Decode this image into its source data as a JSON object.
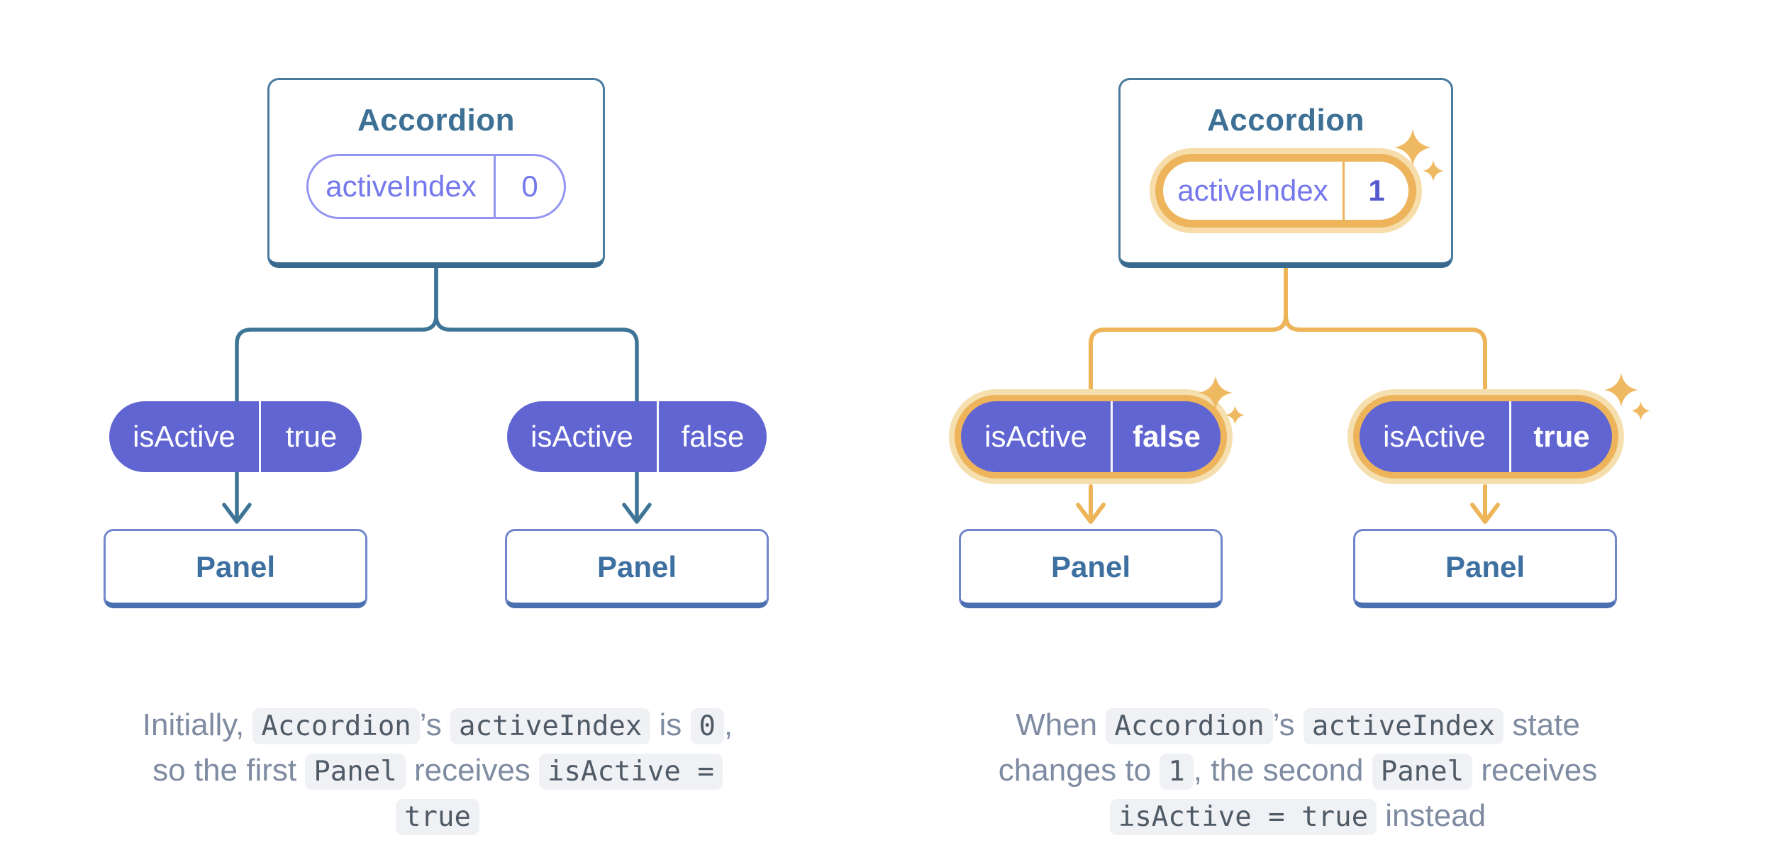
{
  "figures": [
    {
      "name": "initial-state",
      "highlighted": false,
      "root": {
        "title": "Accordion",
        "state_label": "activeIndex",
        "state_value": "0"
      },
      "children": [
        {
          "prop_label": "isActive",
          "prop_value": "true",
          "target": "Panel"
        },
        {
          "prop_label": "isActive",
          "prop_value": "false",
          "target": "Panel"
        }
      ]
    },
    {
      "name": "updated-state",
      "highlighted": true,
      "root": {
        "title": "Accordion",
        "state_label": "activeIndex",
        "state_value": "1"
      },
      "children": [
        {
          "prop_label": "isActive",
          "prop_value": "false",
          "target": "Panel"
        },
        {
          "prop_label": "isActive",
          "prop_value": "true",
          "target": "Panel"
        }
      ]
    }
  ],
  "captions": [
    {
      "segments": [
        {
          "t": "text",
          "v": "Initially, "
        },
        {
          "t": "code",
          "v": "Accordion"
        },
        {
          "t": "text",
          "v": "’s "
        },
        {
          "t": "code",
          "v": "activeIndex"
        },
        {
          "t": "text",
          "v": " is "
        },
        {
          "t": "code",
          "v": "0"
        },
        {
          "t": "text",
          "v": ","
        },
        {
          "t": "br"
        },
        {
          "t": "text",
          "v": "so the first "
        },
        {
          "t": "code",
          "v": "Panel"
        },
        {
          "t": "text",
          "v": " receives "
        },
        {
          "t": "code",
          "v": "isActive ="
        },
        {
          "t": "br"
        },
        {
          "t": "code",
          "v": "true"
        }
      ]
    },
    {
      "segments": [
        {
          "t": "text",
          "v": "When "
        },
        {
          "t": "code",
          "v": "Accordion"
        },
        {
          "t": "text",
          "v": "’s "
        },
        {
          "t": "code",
          "v": "activeIndex"
        },
        {
          "t": "text",
          "v": " state"
        },
        {
          "t": "br"
        },
        {
          "t": "text",
          "v": "changes to "
        },
        {
          "t": "code",
          "v": "1"
        },
        {
          "t": "text",
          "v": ", the second "
        },
        {
          "t": "code",
          "v": "Panel"
        },
        {
          "t": "text",
          "v": " receives"
        },
        {
          "t": "br"
        },
        {
          "t": "code",
          "v": "isActive = true"
        },
        {
          "t": "text",
          "v": " instead"
        }
      ]
    }
  ],
  "colors": {
    "tree_teal": "#3e7496",
    "tree_orange": "#edb458",
    "card_border": "#4a7b9e",
    "card_border_bottom": "#38698e",
    "title_text": "#3d7094",
    "pill_purple": "#6165d2",
    "pill_outline_purple": "#9396f1",
    "pill_text_purple": "#7478ec",
    "bold_value_purple": "#5459ce",
    "highlight_ring": "#edb45c",
    "highlight_halo": "#f6dfae",
    "sparkle": "#efb961",
    "panel_border": "#7187cb",
    "panel_border_bottom": "#4a70b0",
    "panel_text": "#3d6fa0",
    "caption_text": "#7e8ba1",
    "code_text": "#4f5a67",
    "code_bg": "#f0f1f4"
  }
}
